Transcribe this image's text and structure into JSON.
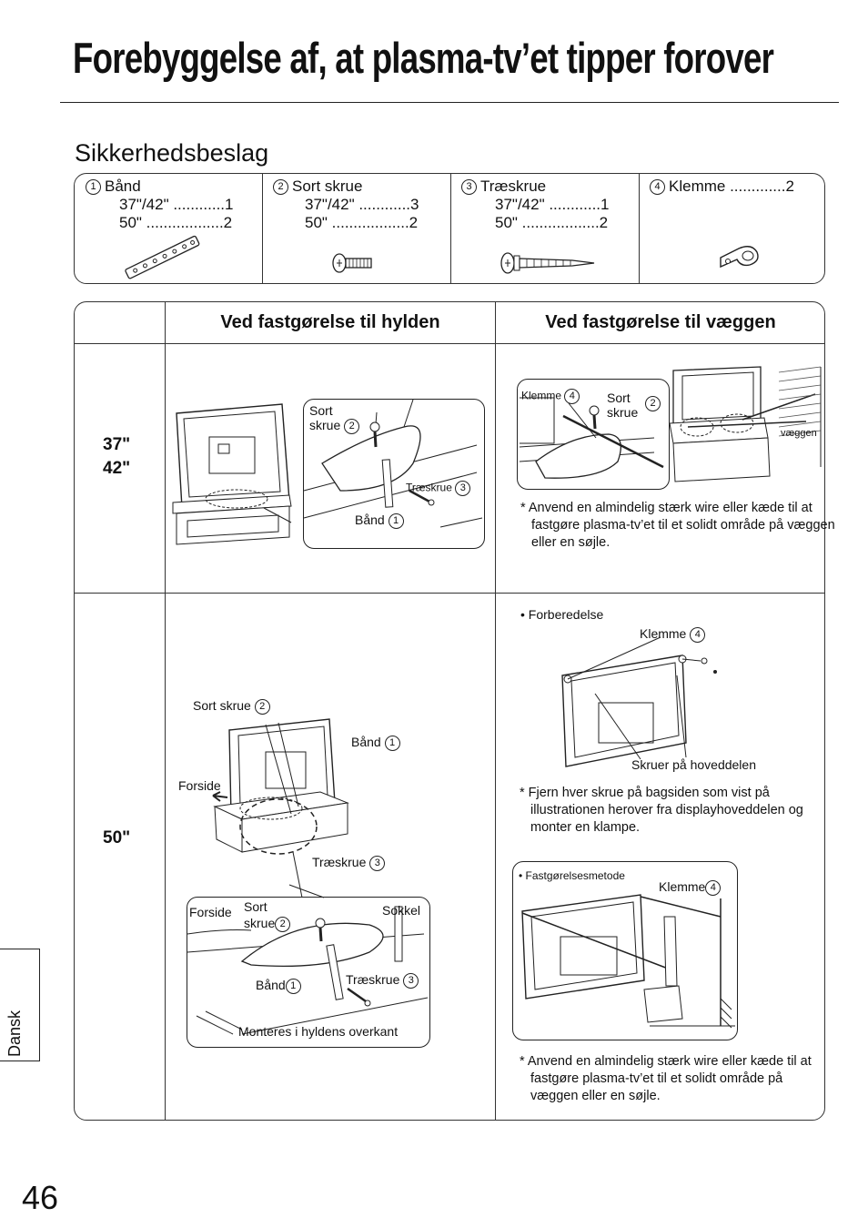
{
  "page": {
    "title": "Forebyggelse af, at plasma-tv’et tipper forover",
    "section_heading": "Sikkerhedsbeslag",
    "page_number": "46",
    "side_tab": "Dansk"
  },
  "parts": [
    {
      "num": "1",
      "name": "Bånd",
      "lines": [
        "37\"/42\" ............1",
        "50\" ..................2"
      ],
      "icon": "strap-icon"
    },
    {
      "num": "2",
      "name": "Sort skrue",
      "lines": [
        "37\"/42\" ............3",
        "50\" ..................2"
      ],
      "icon": "black-screw-icon"
    },
    {
      "num": "3",
      "name": "Træskrue",
      "lines": [
        "37\"/42\" ............1",
        "50\" ..................2"
      ],
      "icon": "wood-screw-icon"
    },
    {
      "num": "4",
      "name": "Klemme .............2",
      "lines": [],
      "icon": "clamp-icon"
    }
  ],
  "table": {
    "col_shelf": "Ved fastgørelse til hylden",
    "col_wall": "Ved fastgørelse til væggen",
    "row1_label_a": "37\"",
    "row1_label_b": "42\"",
    "row2_label": "50\""
  },
  "row1_shelf": {
    "sort_label_a": "Sort",
    "sort_label_b": "skrue",
    "sort_num": "2",
    "trae_label": "Træskrue",
    "trae_num": "3",
    "band_label": "Bånd",
    "band_num": "1"
  },
  "row1_wall": {
    "klemme_label": "Klemme",
    "klemme_num": "4",
    "sort_label_a": "Sort",
    "sort_label_b": "skrue",
    "sort_num": "2",
    "vaeggen_label": "væggen",
    "note": "* Anvend en almindelig stærk wire eller kæde til at fastgøre plasma-tv’et til et solidt område på væggen eller en søjle."
  },
  "row2_shelf": {
    "sort_label": "Sort skrue",
    "sort_num": "2",
    "band_label": "Bånd",
    "band_num": "1",
    "forside_label": "Forside",
    "trae_label": "Træskrue",
    "trae_num": "3",
    "detail_forside": "Forside",
    "detail_sort_a": "Sort",
    "detail_sort_b": "skrue",
    "detail_sort_num": "2",
    "detail_sokkel": "Sokkel",
    "detail_band": "Bånd",
    "detail_band_num": "1",
    "detail_trae": "Træskrue",
    "detail_trae_num": "3",
    "detail_caption": "Monteres i hyldens overkant"
  },
  "row2_wall": {
    "prep_heading": "• Forberedelse",
    "prep_klemme": "Klemme",
    "prep_klemme_num": "4",
    "prep_skruer": "Skruer på hoveddelen",
    "prep_note": "* Fjern hver skrue på bagsiden som vist på illustrationen herover fra displayhoveddelen og monter en klampe.",
    "method_heading": "• Fastgørelsesmetode",
    "method_klemme": "Klemme",
    "method_klemme_num": "4",
    "note": "* Anvend en almindelig stærk wire eller kæde til at fastgøre plasma-tv’et til et solidt område på væggen eller en søjle."
  }
}
